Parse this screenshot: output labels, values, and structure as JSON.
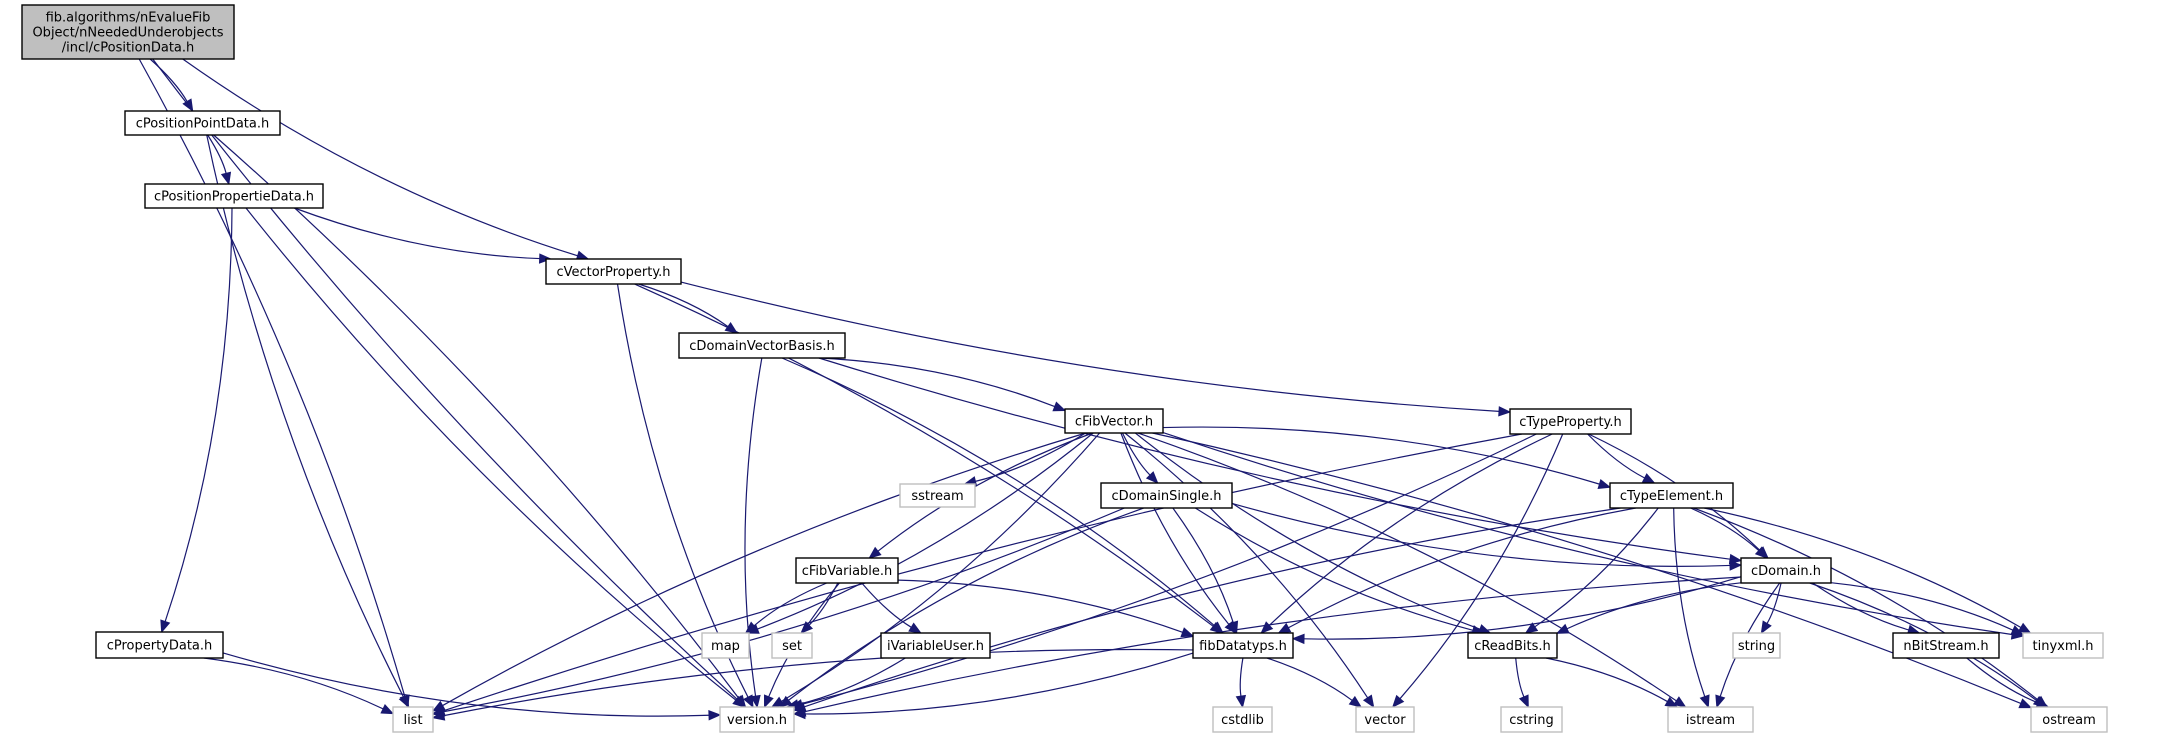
{
  "title": "Include dependency graph for cPositionData.h",
  "colors": {
    "edge": "#191970",
    "root_fill": "#bfbfbf",
    "node_border": "#000000",
    "external_border": "#bfbfbf"
  },
  "nodes": [
    {
      "id": "root",
      "label": [
        "fib.algorithms/nEvalueFib",
        "Object/nNeededUnderobjects",
        "/incl/cPositionData.h"
      ],
      "kind": "root"
    },
    {
      "id": "cPositionPointData",
      "label": [
        "cPositionPointData.h"
      ],
      "kind": "file"
    },
    {
      "id": "cPositionPropertieData",
      "label": [
        "cPositionPropertieData.h"
      ],
      "kind": "file"
    },
    {
      "id": "cVectorProperty",
      "label": [
        "cVectorProperty.h"
      ],
      "kind": "file"
    },
    {
      "id": "cDomainVectorBasis",
      "label": [
        "cDomainVectorBasis.h"
      ],
      "kind": "file"
    },
    {
      "id": "cFibVector",
      "label": [
        "cFibVector.h"
      ],
      "kind": "file"
    },
    {
      "id": "cTypeProperty",
      "label": [
        "cTypeProperty.h"
      ],
      "kind": "file"
    },
    {
      "id": "sstream",
      "label": [
        "sstream"
      ],
      "kind": "external"
    },
    {
      "id": "cDomainSingle",
      "label": [
        "cDomainSingle.h"
      ],
      "kind": "file"
    },
    {
      "id": "cTypeElement",
      "label": [
        "cTypeElement.h"
      ],
      "kind": "file"
    },
    {
      "id": "cFibVariable",
      "label": [
        "cFibVariable.h"
      ],
      "kind": "file"
    },
    {
      "id": "cDomain",
      "label": [
        "cDomain.h"
      ],
      "kind": "file"
    },
    {
      "id": "map",
      "label": [
        "map"
      ],
      "kind": "external"
    },
    {
      "id": "set",
      "label": [
        "set"
      ],
      "kind": "external"
    },
    {
      "id": "iVariableUser",
      "label": [
        "iVariableUser.h"
      ],
      "kind": "file"
    },
    {
      "id": "fibDatatyps",
      "label": [
        "fibDatatyps.h"
      ],
      "kind": "file"
    },
    {
      "id": "cReadBits",
      "label": [
        "cReadBits.h"
      ],
      "kind": "file"
    },
    {
      "id": "string",
      "label": [
        "string"
      ],
      "kind": "external"
    },
    {
      "id": "nBitStream",
      "label": [
        "nBitStream.h"
      ],
      "kind": "file"
    },
    {
      "id": "tinyxml",
      "label": [
        "tinyxml.h"
      ],
      "kind": "external"
    },
    {
      "id": "cPropertyData",
      "label": [
        "cPropertyData.h"
      ],
      "kind": "file"
    },
    {
      "id": "list",
      "label": [
        "list"
      ],
      "kind": "external"
    },
    {
      "id": "version",
      "label": [
        "version.h"
      ],
      "kind": "external"
    },
    {
      "id": "cstdlib",
      "label": [
        "cstdlib"
      ],
      "kind": "external"
    },
    {
      "id": "vector",
      "label": [
        "vector"
      ],
      "kind": "external"
    },
    {
      "id": "cstring",
      "label": [
        "cstring"
      ],
      "kind": "external"
    },
    {
      "id": "istream",
      "label": [
        "istream"
      ],
      "kind": "external"
    },
    {
      "id": "ostream",
      "label": [
        "ostream"
      ],
      "kind": "external"
    }
  ],
  "edges": [
    [
      "root",
      "cPositionPointData"
    ],
    [
      "root",
      "cVectorProperty"
    ],
    [
      "root",
      "list"
    ],
    [
      "root",
      "version"
    ],
    [
      "cPositionPointData",
      "cPositionPropertieData"
    ],
    [
      "cPositionPointData",
      "list"
    ],
    [
      "cPositionPointData",
      "version"
    ],
    [
      "cPositionPropertieData",
      "cVectorProperty"
    ],
    [
      "cPositionPropertieData",
      "cPropertyData"
    ],
    [
      "cPositionPropertieData",
      "version"
    ],
    [
      "cVectorProperty",
      "cDomainVectorBasis"
    ],
    [
      "cVectorProperty",
      "cTypeProperty"
    ],
    [
      "cVectorProperty",
      "fibDatatyps"
    ],
    [
      "cVectorProperty",
      "version"
    ],
    [
      "cDomainVectorBasis",
      "cFibVector"
    ],
    [
      "cDomainVectorBasis",
      "cDomain"
    ],
    [
      "cDomainVectorBasis",
      "fibDatatyps"
    ],
    [
      "cDomainVectorBasis",
      "version"
    ],
    [
      "cFibVector",
      "sstream"
    ],
    [
      "cFibVector",
      "cDomainSingle"
    ],
    [
      "cFibVector",
      "cTypeElement"
    ],
    [
      "cFibVector",
      "cFibVariable"
    ],
    [
      "cFibVector",
      "map"
    ],
    [
      "cFibVector",
      "list"
    ],
    [
      "cFibVector",
      "version"
    ],
    [
      "cFibVector",
      "fibDatatyps"
    ],
    [
      "cFibVector",
      "vector"
    ],
    [
      "cFibVector",
      "cReadBits"
    ],
    [
      "cFibVector",
      "istream"
    ],
    [
      "cFibVector",
      "tinyxml"
    ],
    [
      "cFibVector",
      "ostream"
    ],
    [
      "cTypeProperty",
      "cTypeElement"
    ],
    [
      "cTypeProperty",
      "cDomain"
    ],
    [
      "cTypeProperty",
      "list"
    ],
    [
      "cTypeProperty",
      "version"
    ],
    [
      "cTypeProperty",
      "fibDatatyps"
    ],
    [
      "cTypeProperty",
      "vector"
    ],
    [
      "cDomainSingle",
      "cDomain"
    ],
    [
      "cDomainSingle",
      "fibDatatyps"
    ],
    [
      "cDomainSingle",
      "cReadBits"
    ],
    [
      "cDomainSingle",
      "list"
    ],
    [
      "cDomainSingle",
      "version"
    ],
    [
      "cTypeElement",
      "cDomain"
    ],
    [
      "cTypeElement",
      "fibDatatyps"
    ],
    [
      "cTypeElement",
      "cReadBits"
    ],
    [
      "cTypeElement",
      "version"
    ],
    [
      "cTypeElement",
      "tinyxml"
    ],
    [
      "cTypeElement",
      "istream"
    ],
    [
      "cTypeElement",
      "ostream"
    ],
    [
      "cFibVariable",
      "map"
    ],
    [
      "cFibVariable",
      "set"
    ],
    [
      "cFibVariable",
      "iVariableUser"
    ],
    [
      "cFibVariable",
      "fibDatatyps"
    ],
    [
      "cFibVariable",
      "version"
    ],
    [
      "cDomain",
      "fibDatatyps"
    ],
    [
      "cDomain",
      "cReadBits"
    ],
    [
      "cDomain",
      "string"
    ],
    [
      "cDomain",
      "nBitStream"
    ],
    [
      "cDomain",
      "tinyxml"
    ],
    [
      "cDomain",
      "istream"
    ],
    [
      "cDomain",
      "ostream"
    ],
    [
      "cDomain",
      "version"
    ],
    [
      "iVariableUser",
      "version"
    ],
    [
      "fibDatatyps",
      "cstdlib"
    ],
    [
      "fibDatatyps",
      "vector"
    ],
    [
      "fibDatatyps",
      "list"
    ],
    [
      "fibDatatyps",
      "version"
    ],
    [
      "cReadBits",
      "cstring"
    ],
    [
      "cReadBits",
      "istream"
    ],
    [
      "nBitStream",
      "ostream"
    ],
    [
      "cPropertyData",
      "list"
    ],
    [
      "cPropertyData",
      "version"
    ]
  ]
}
